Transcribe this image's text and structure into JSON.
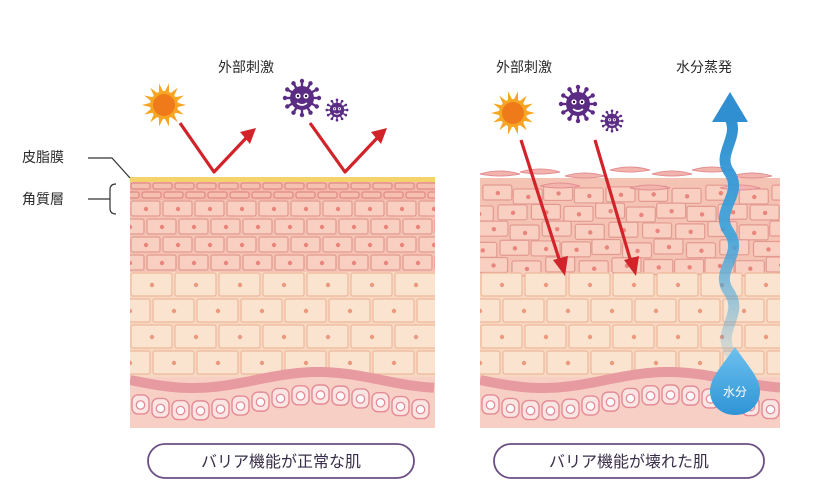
{
  "labels": {
    "sebum_membrane": "皮脂膜",
    "stratum_corneum": "角質層",
    "external_stimulus_left": "外部刺激",
    "external_stimulus_right": "外部刺激",
    "water_evaporation": "水分蒸発",
    "water": "水分"
  },
  "captions": {
    "healthy": "バリア機能が正常な肌",
    "damaged": "バリア機能が壊れた肌"
  },
  "colors": {
    "arrow_red": "#d2232a",
    "sebum_yellow": "#f4d36a",
    "water_blue": "#3aa3dc",
    "caption_border": "#6b4e83",
    "virus_purple": "#5b2c83",
    "sun_orange": "#f08a1e"
  },
  "icons": [
    "sun-icon",
    "virus-icon",
    "water-drop-icon",
    "arrow-icon"
  ]
}
